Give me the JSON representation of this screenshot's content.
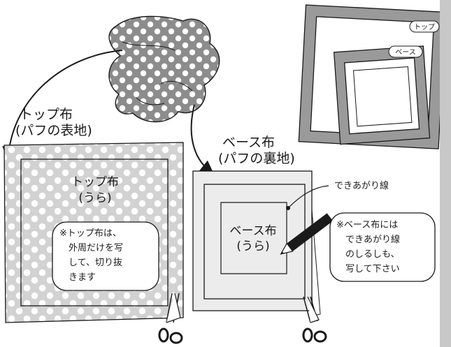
{
  "labels": {
    "top_cloth_title_1": "トップ布",
    "top_cloth_title_2": "(パフの表地)",
    "base_cloth_title_1": "ベース布",
    "base_cloth_title_2": "(パフの裏地)",
    "top_cloth_inner_1": "トップ布",
    "top_cloth_inner_2": "(うら)",
    "base_cloth_inner_1": "ベース布",
    "base_cloth_inner_2": "(うら)",
    "finish_line": "できあがり線",
    "template_top_tag": "トップ",
    "template_base_tag": "ベース"
  },
  "notes": {
    "top_note": [
      "※トップ布は、",
      "外周だけを写",
      "して、切り抜",
      "きます"
    ],
    "base_note": [
      "※ベース布には",
      "できあがり線",
      "のしるしも、",
      "写して下さい"
    ]
  },
  "colors": {
    "dot_fabric": "#8c8c8c",
    "dot_fabric_light": "#d2d2d2",
    "template_frame": "#9a9a9a",
    "base_cloth": "#ececec",
    "sidebar": "#c8c8c8",
    "ink": "#1a1a1a"
  }
}
